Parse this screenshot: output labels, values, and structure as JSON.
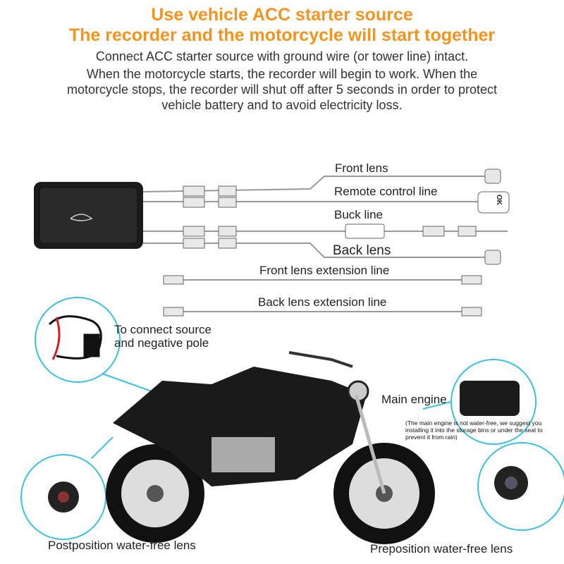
{
  "header": {
    "title_line1": "Use vehicle ACC starter source",
    "title_line2": "The recorder and the motorcycle will start together",
    "desc_line1": "Connect ACC starter source with ground wire (or tower line) intact.",
    "desc_line2": "When the motorcycle starts, the recorder will begin to work. When the motorcycle stops, the recorder will shut off after 5 seconds in order to protect vehicle battery and to avoid electricity loss."
  },
  "wiring": {
    "front_lens": "Front lens",
    "remote_control_line": "Remote control line",
    "remote_ok": "OK",
    "buck_line": "Buck line",
    "back_lens": "Back lens",
    "front_lens_extension": "Front lens extension line",
    "back_lens_extension": "Back lens extension line"
  },
  "callouts": {
    "source": "To connect source and negative pole",
    "main_engine": "Main engine",
    "main_engine_note": "(The main engine is not water-free, we suggest you installing it into the storage bins or under the seat to prevent it from rain)",
    "rear_lens": "Postposition water-free lens",
    "front_lens": "Preposition water-free lens"
  },
  "colors": {
    "accent": "#f29420",
    "callout_ring": "#3cc0dc"
  }
}
